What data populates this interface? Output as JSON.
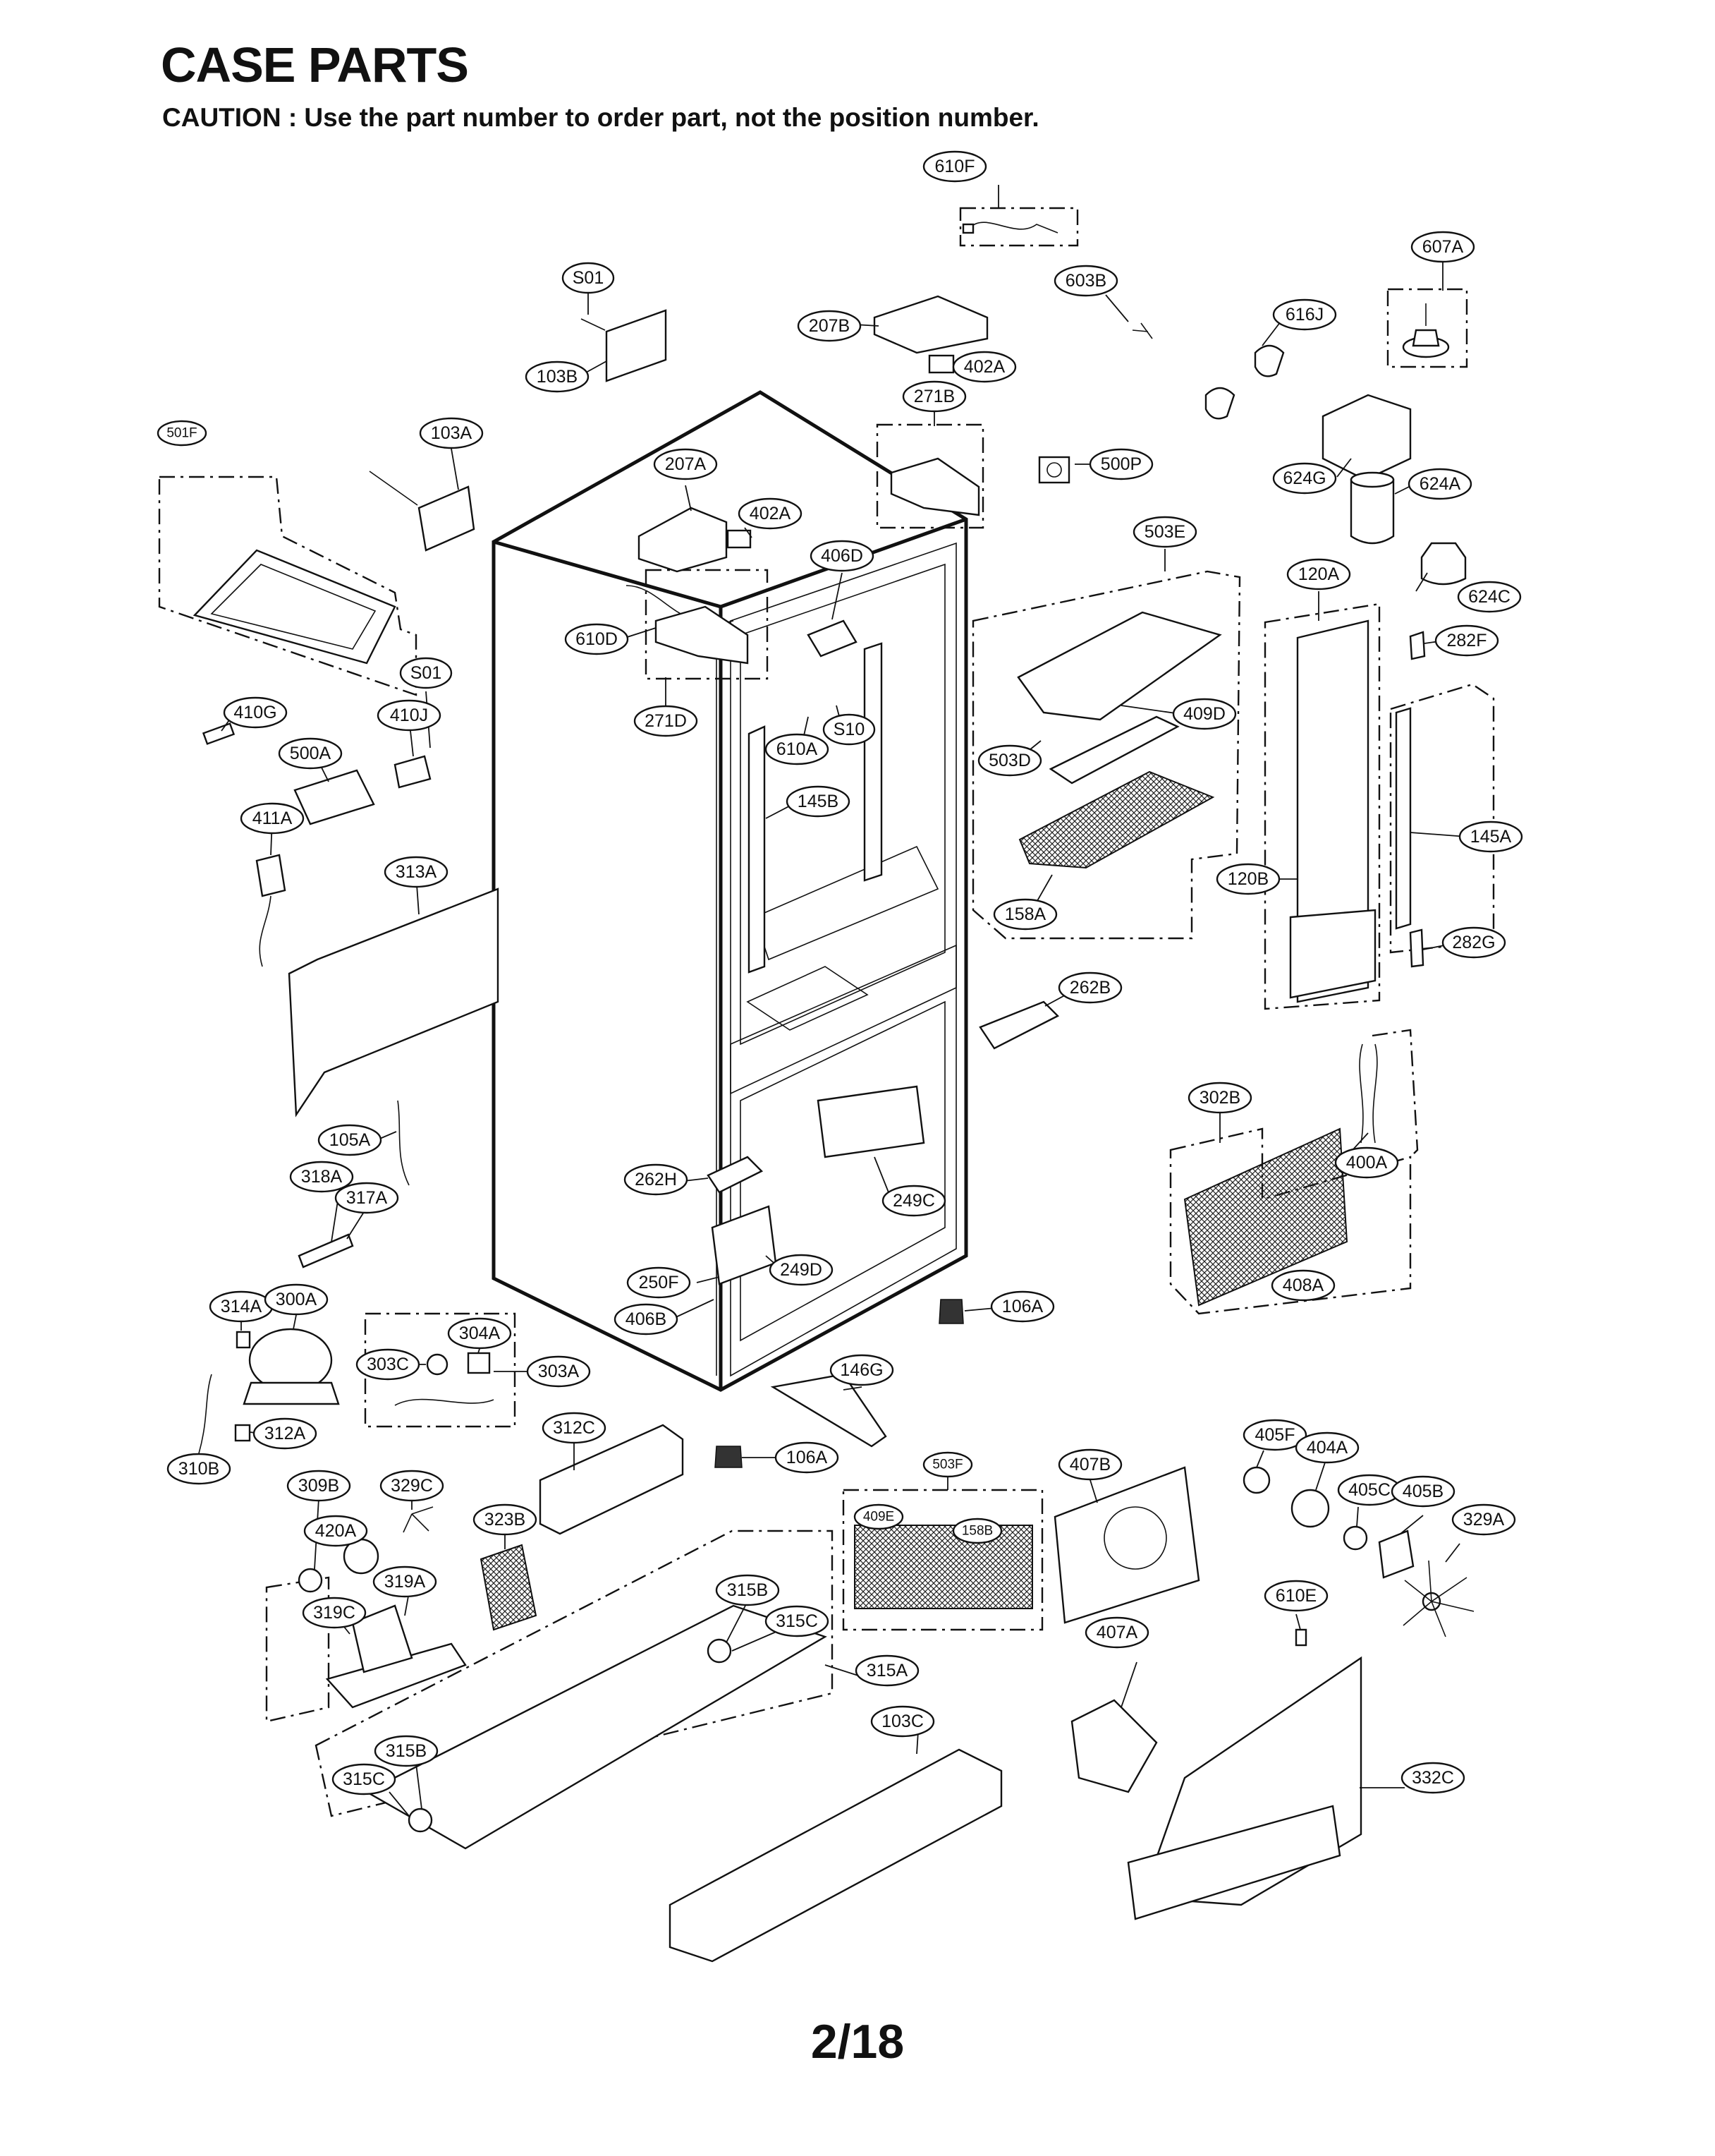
{
  "header": {
    "title": "CASE PARTS",
    "caution": "CAUTION : Use the part number to order part, not the position number."
  },
  "footer": {
    "page": "2/18"
  },
  "callouts": [
    {
      "id": "610F",
      "label": "610F"
    },
    {
      "id": "607A",
      "label": "607A"
    },
    {
      "id": "S01-a",
      "label": "S01"
    },
    {
      "id": "603B",
      "label": "603B"
    },
    {
      "id": "207B",
      "label": "207B"
    },
    {
      "id": "616J",
      "label": "616J"
    },
    {
      "id": "402A-a",
      "label": "402A"
    },
    {
      "id": "103B",
      "label": "103B"
    },
    {
      "id": "271B",
      "label": "271B"
    },
    {
      "id": "501F",
      "label": "501F"
    },
    {
      "id": "103A",
      "label": "103A"
    },
    {
      "id": "207A",
      "label": "207A"
    },
    {
      "id": "500P",
      "label": "500P"
    },
    {
      "id": "624G",
      "label": "624G"
    },
    {
      "id": "624A",
      "label": "624A"
    },
    {
      "id": "402A-b",
      "label": "402A"
    },
    {
      "id": "503E",
      "label": "503E"
    },
    {
      "id": "406D",
      "label": "406D"
    },
    {
      "id": "120A",
      "label": "120A"
    },
    {
      "id": "624C",
      "label": "624C"
    },
    {
      "id": "610D",
      "label": "610D"
    },
    {
      "id": "282F",
      "label": "282F"
    },
    {
      "id": "S01-b",
      "label": "S01"
    },
    {
      "id": "410G",
      "label": "410G"
    },
    {
      "id": "410J",
      "label": "410J"
    },
    {
      "id": "271D",
      "label": "271D"
    },
    {
      "id": "409D",
      "label": "409D"
    },
    {
      "id": "S10",
      "label": "S10"
    },
    {
      "id": "610A",
      "label": "610A"
    },
    {
      "id": "500A",
      "label": "500A"
    },
    {
      "id": "503D",
      "label": "503D"
    },
    {
      "id": "145B",
      "label": "145B"
    },
    {
      "id": "411A",
      "label": "411A"
    },
    {
      "id": "145A",
      "label": "145A"
    },
    {
      "id": "313A",
      "label": "313A"
    },
    {
      "id": "120B",
      "label": "120B"
    },
    {
      "id": "158A",
      "label": "158A"
    },
    {
      "id": "282G",
      "label": "282G"
    },
    {
      "id": "262B",
      "label": "262B"
    },
    {
      "id": "302B",
      "label": "302B"
    },
    {
      "id": "105A",
      "label": "105A"
    },
    {
      "id": "400A",
      "label": "400A"
    },
    {
      "id": "318A",
      "label": "318A"
    },
    {
      "id": "262H",
      "label": "262H"
    },
    {
      "id": "317A",
      "label": "317A"
    },
    {
      "id": "249C",
      "label": "249C"
    },
    {
      "id": "250F",
      "label": "250F"
    },
    {
      "id": "249D",
      "label": "249D"
    },
    {
      "id": "408A",
      "label": "408A"
    },
    {
      "id": "314A",
      "label": "314A"
    },
    {
      "id": "300A",
      "label": "300A"
    },
    {
      "id": "406B",
      "label": "406B"
    },
    {
      "id": "106A-a",
      "label": "106A"
    },
    {
      "id": "304A",
      "label": "304A"
    },
    {
      "id": "303C",
      "label": "303C"
    },
    {
      "id": "303A",
      "label": "303A"
    },
    {
      "id": "146G",
      "label": "146G"
    },
    {
      "id": "312A",
      "label": "312A"
    },
    {
      "id": "312C",
      "label": "312C"
    },
    {
      "id": "405F",
      "label": "405F"
    },
    {
      "id": "310B",
      "label": "310B"
    },
    {
      "id": "106A-b",
      "label": "106A"
    },
    {
      "id": "503F",
      "label": "503F"
    },
    {
      "id": "407B",
      "label": "407B"
    },
    {
      "id": "404A",
      "label": "404A"
    },
    {
      "id": "309B",
      "label": "309B"
    },
    {
      "id": "329C",
      "label": "329C"
    },
    {
      "id": "405C",
      "label": "405C"
    },
    {
      "id": "405B",
      "label": "405B"
    },
    {
      "id": "420A",
      "label": "420A"
    },
    {
      "id": "323B",
      "label": "323B"
    },
    {
      "id": "409E",
      "label": "409E"
    },
    {
      "id": "158B",
      "label": "158B"
    },
    {
      "id": "329A",
      "label": "329A"
    },
    {
      "id": "319A",
      "label": "319A"
    },
    {
      "id": "315B-a",
      "label": "315B"
    },
    {
      "id": "319C",
      "label": "319C"
    },
    {
      "id": "315C-a",
      "label": "315C"
    },
    {
      "id": "610E",
      "label": "610E"
    },
    {
      "id": "407A",
      "label": "407A"
    },
    {
      "id": "315A",
      "label": "315A"
    },
    {
      "id": "103C",
      "label": "103C"
    },
    {
      "id": "315B-b",
      "label": "315B"
    },
    {
      "id": "332C",
      "label": "332C"
    },
    {
      "id": "315C-b",
      "label": "315C"
    }
  ]
}
